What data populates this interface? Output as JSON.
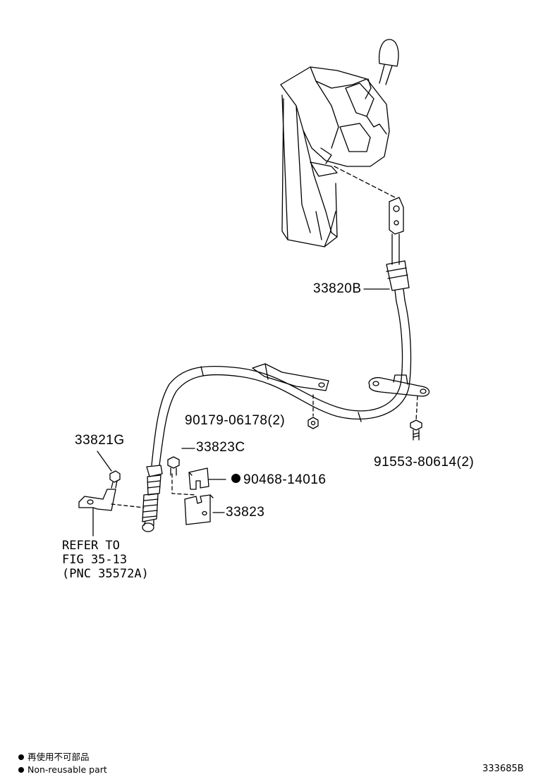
{
  "parts": {
    "p33820B": "33820B",
    "p90179": "90179-06178(2)",
    "p91553": "91553-80614(2)",
    "p33821G": "33821G",
    "p33823C": "33823C",
    "p90468": "90468-14016",
    "p33823": "33823"
  },
  "refer": {
    "line1": "REFER TO",
    "line2": "FIG 35-13",
    "line3": "(PNC 35572A)"
  },
  "legend": {
    "japanese": "再使用不可部品",
    "english": "Non-reusable part"
  },
  "figure_id": "333685B"
}
